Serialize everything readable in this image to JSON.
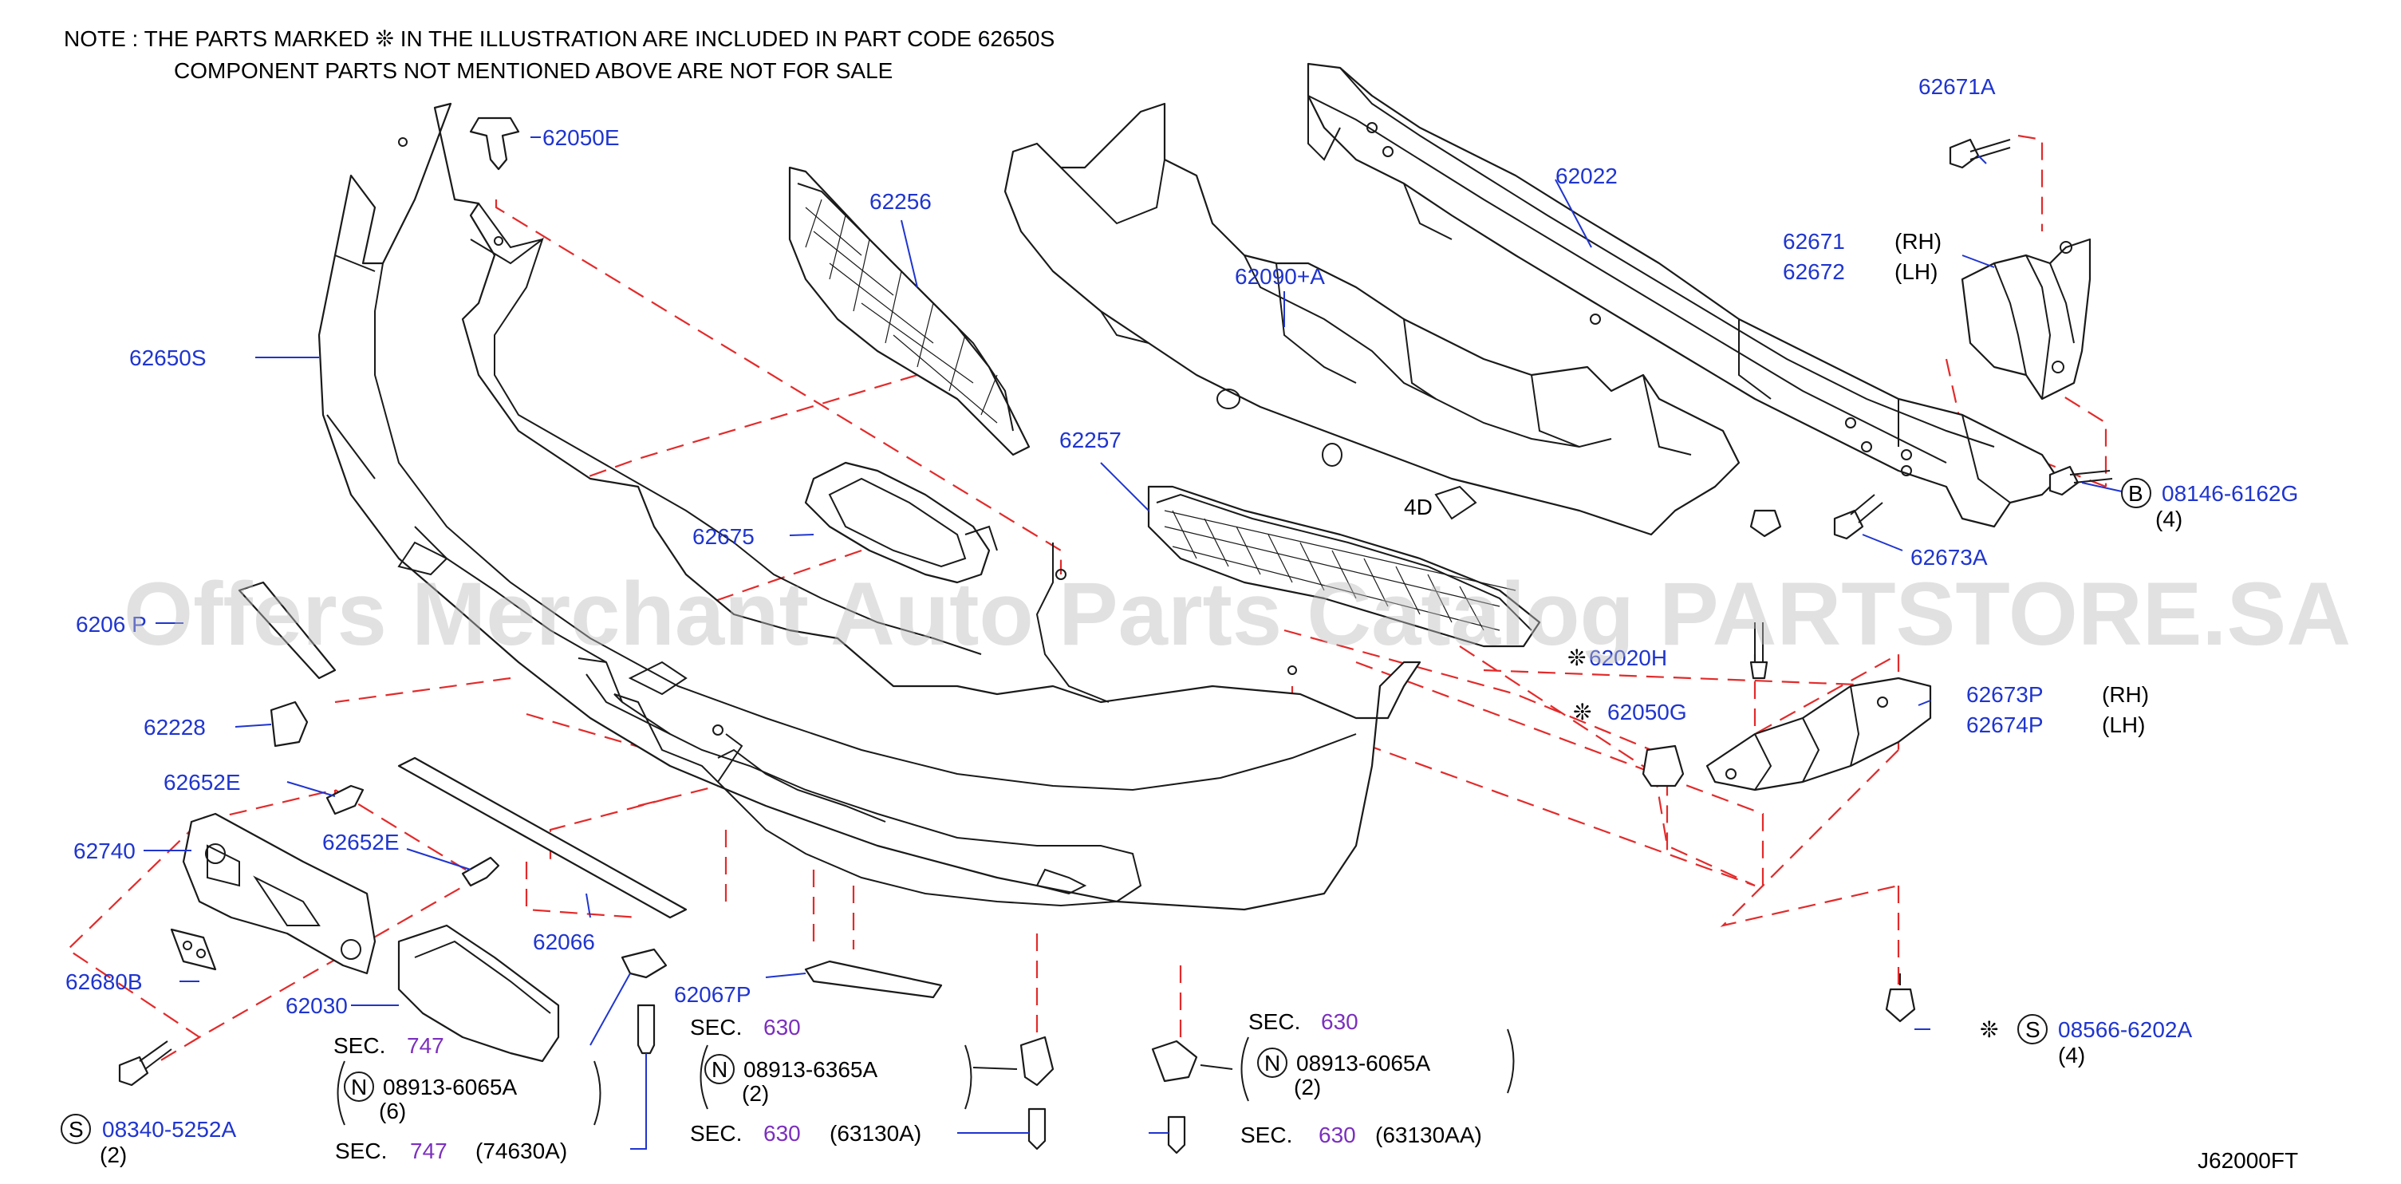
{
  "note": {
    "line1": "NOTE  :  THE  PARTS  MARKED      ❊  IN  THE  ILLUSTRATION  ARE  INCLUDED  IN  PART  CODE  62650S",
    "line2": "COMPONENT  PARTS  NOT  MENTIONED  ABOVE  ARE  NOT  FOR  SALE"
  },
  "watermark": "Offers Merchant Auto Parts Catalog PARTSTORE.SA",
  "diagram_code": "J62000FT",
  "colors": {
    "part_label": "#1f35cf",
    "section_ref": "#7b2fbe",
    "dashed_line": "#e32a2a",
    "outline": "#1a1a1a"
  },
  "parts": {
    "p62050E": "62050E",
    "p62256": "62256",
    "p62022": "62022",
    "p62671A": "62671A",
    "p62671": "62671",
    "p62672": "62672",
    "rh": "(RH)",
    "lh": "(LH)",
    "p62090A": "62090+A",
    "p62650S": "62650S",
    "p62257": "62257",
    "p62675": "62675",
    "b_circle": "B",
    "p08146": "08146-6162G",
    "qty4a": "(4)",
    "p62673A": "62673A",
    "p6206P": "6206  P",
    "p62020H": "62020H",
    "p62673P": "62673P",
    "p62674P": "62674P",
    "p62050G": "62050G",
    "p62228": "62228",
    "p62652E_1": "62652E",
    "p62740": "62740",
    "p62652E_2": "62652E",
    "p62066": "62066",
    "p62680B": "62680B",
    "p62030": "62030",
    "p62067P": "62067P",
    "s_circle": "S",
    "p08340": "08340-5252A",
    "qty2a": "(2)",
    "n_circle": "N",
    "p08913_6065A_1": "08913-6065A",
    "qty6": "(6)",
    "p08913_6365A": "08913-6365A",
    "qty2b": "(2)",
    "p08913_6065A_2": "08913-6065A",
    "qty2c": "(2)",
    "p08566": "08566-6202A",
    "qty4b": "(4)",
    "star": "❊"
  },
  "sections": {
    "sec": "SEC.",
    "s747": "747",
    "s630": "630",
    "ref74630A": "(74630A)",
    "ref63130A": "(63130A)",
    "ref63130AA": "(63130AA)"
  }
}
